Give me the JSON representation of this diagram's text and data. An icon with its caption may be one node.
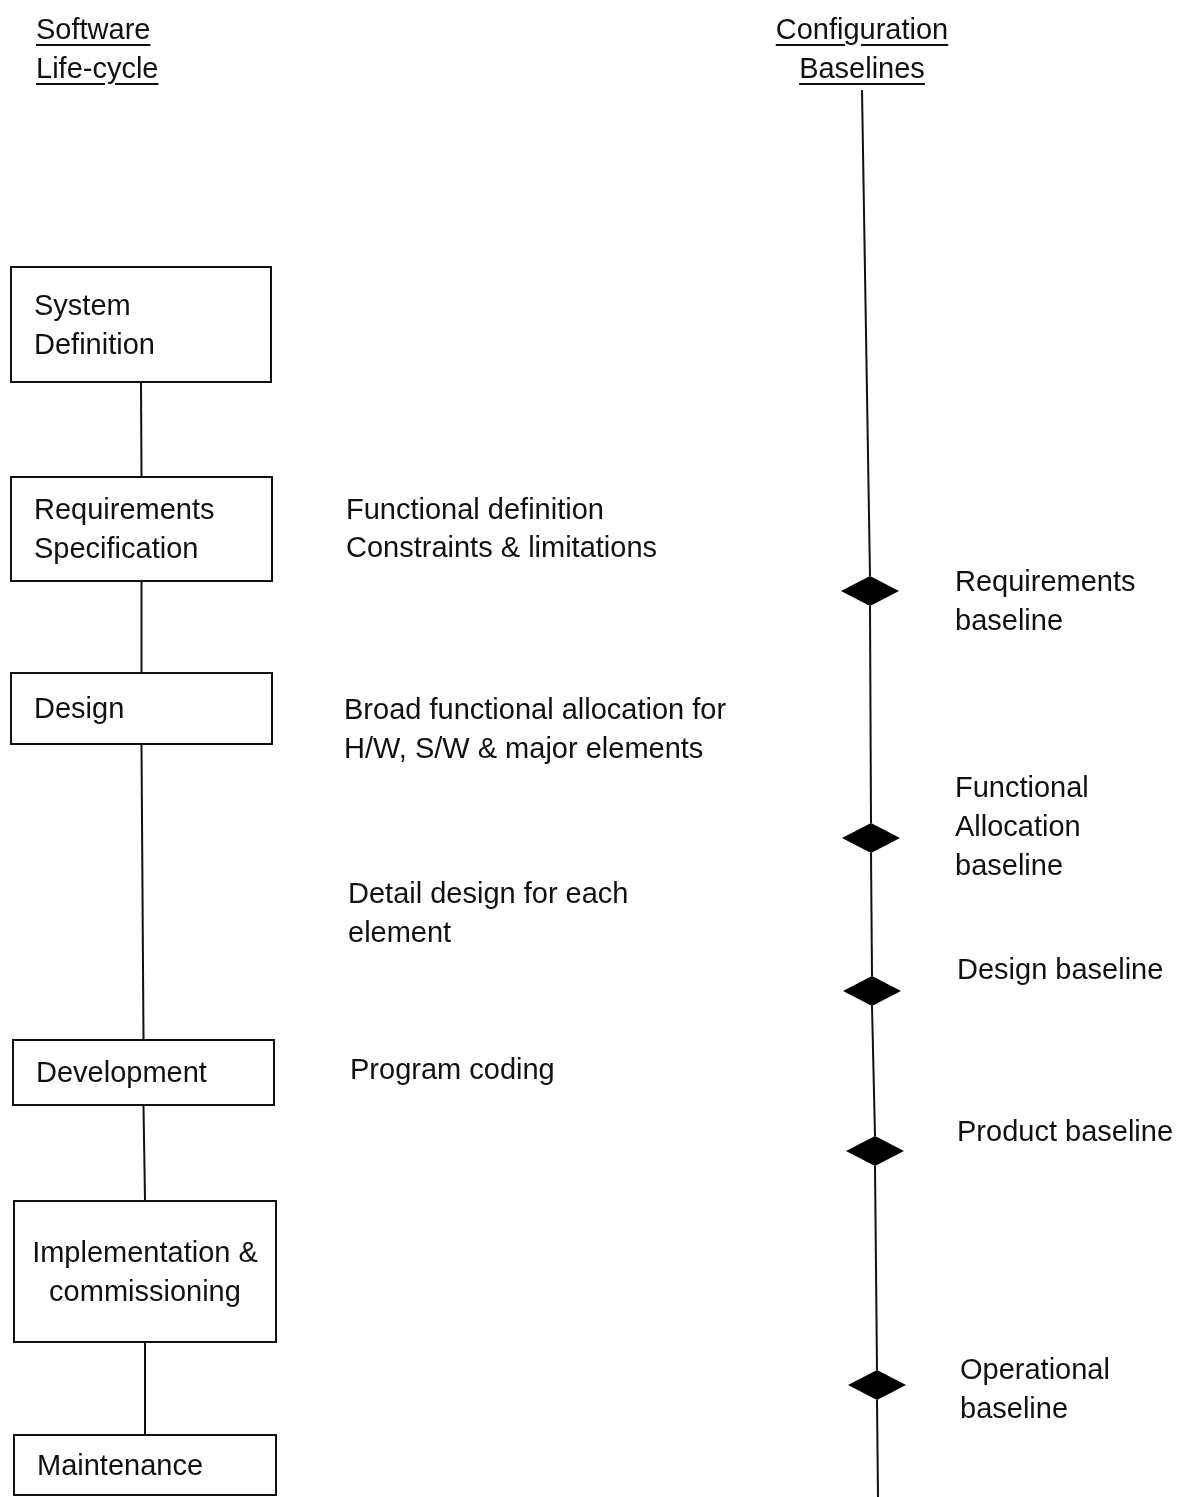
{
  "diagram": {
    "nodes": [
      {
        "text": [
          "System Definition"
        ]
      },
      {
        "text": [
          "Requirements Specification"
        ]
      },
      {
        "text": [
          "Design"
        ]
      },
      {
        "text": [
          "Development"
        ]
      },
      {
        "text": [
          "Implementation & commissioning"
        ]
      },
      {
        "text": [
          "Maintenance"
        ]
      },
      {
        "text": [
          "Configuration Baselines"
        ]
      },
      {
        "text": [],
        "shape": "diamond",
        "beside": [
          "Requirements baseline"
        ]
      },
      {
        "text": [],
        "shape": "diamond",
        "beside": [
          "Functional Allocation baseline"
        ]
      },
      {
        "text": [],
        "shape": "diamond",
        "beside": [
          "Design baseline"
        ]
      },
      {
        "text": [],
        "shape": "diamond",
        "beside": [
          "Product baseline"
        ]
      },
      {
        "text": [],
        "shape": "diamond",
        "beside": [
          "Operational baseline"
        ]
      }
    ],
    "edges": [
      {
        "from": 0,
        "to": 1,
        "arrow": "none"
      },
      {
        "from": 1,
        "to": 2,
        "arrow": "none"
      },
      {
        "from": 2,
        "to": 3,
        "arrow": "none"
      },
      {
        "from": 3,
        "to": 4,
        "arrow": "none"
      },
      {
        "from": 4,
        "to": 5,
        "arrow": "none"
      },
      {
        "from": 6,
        "to": 7,
        "arrow": "none"
      },
      {
        "from": 7,
        "to": 8,
        "arrow": "none"
      },
      {
        "from": 8,
        "to": 9,
        "arrow": "none"
      },
      {
        "from": 9,
        "to": 10,
        "arrow": "none"
      },
      {
        "from": 10,
        "to": 11,
        "arrow": "none"
      },
      {
        "from": 11,
        "to": null,
        "arrow": "none"
      }
    ],
    "labels": [
      "Software Life-cycle",
      "Functional definition",
      "Constraints & limitations",
      "Broad functional allocation for H/W, S/W & major elements",
      "Detail design for each element",
      "Program coding"
    ]
  }
}
